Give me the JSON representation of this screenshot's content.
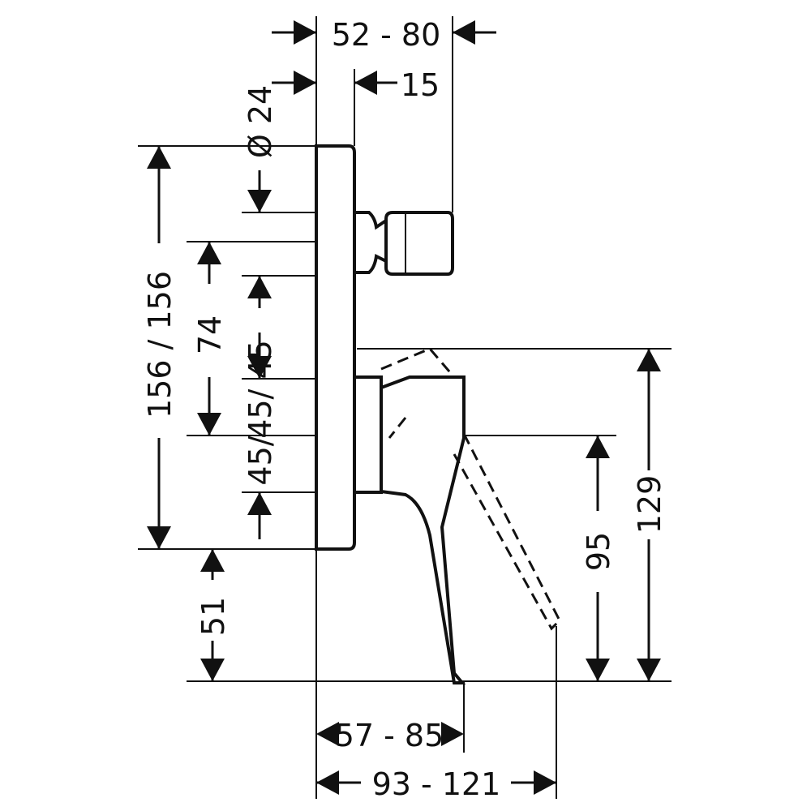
{
  "dimensions": {
    "depth_total": "52 - 80",
    "depth_plate": "15",
    "diameter": "Ø 24",
    "height_plate": "156 / 156",
    "height_74": "74",
    "height_45_upper": "45/ 45",
    "height_45_lower": "45/",
    "height_51": "51",
    "height_95": "95",
    "height_129": "129",
    "width_57_85": "57 - 85",
    "width_93_121": "93 - 121"
  },
  "colors": {
    "line": "#111111",
    "background": "#ffffff"
  }
}
